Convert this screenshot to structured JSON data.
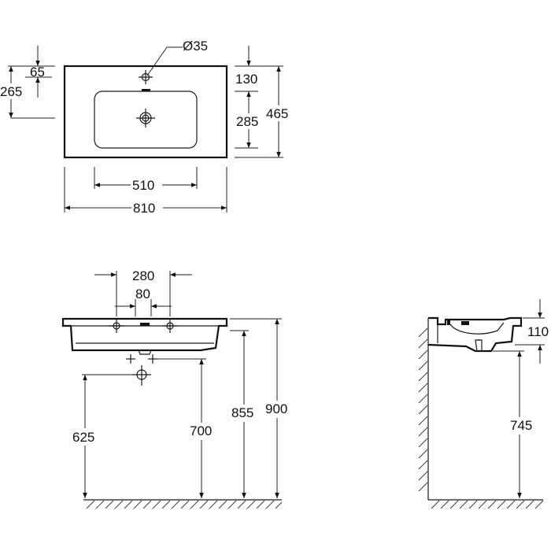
{
  "top_view": {
    "hole_diameter": "Ø35",
    "dim_65": "65",
    "dim_265": "265",
    "dim_130": "130",
    "dim_285": "285",
    "dim_465": "465",
    "dim_510": "510",
    "dim_810": "810"
  },
  "front_view": {
    "dim_280": "280",
    "dim_80": "80",
    "dim_625": "625",
    "dim_700": "700",
    "dim_855": "855",
    "dim_900": "900"
  },
  "side_view": {
    "dim_110": "110",
    "dim_745": "745"
  }
}
